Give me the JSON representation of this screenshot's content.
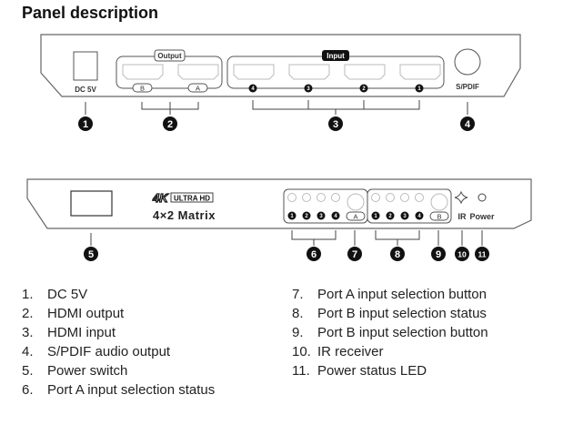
{
  "title": "Panel description",
  "rear_panel": {
    "dc_label": "DC 5V",
    "output_label": "Output",
    "output_ports": [
      "B",
      "A"
    ],
    "input_label": "Input",
    "input_ports": [
      "4",
      "3",
      "2",
      "1"
    ],
    "spdif_label": "S/PDIF",
    "callouts": [
      "1",
      "2",
      "3",
      "4"
    ]
  },
  "front_panel": {
    "brand_4k": "4K",
    "brand_ultra": "ULTRA HD",
    "model": "4×2 Matrix",
    "port_a_leds": [
      "1",
      "2",
      "3",
      "4"
    ],
    "port_a_button": "A",
    "port_b_leds": [
      "1",
      "2",
      "3",
      "4"
    ],
    "port_b_button": "B",
    "ir_label": "IR",
    "power_label": "Power",
    "callouts": [
      "5",
      "6",
      "7",
      "8",
      "9",
      "10",
      "11"
    ]
  },
  "legend_left": [
    {
      "num": "1.",
      "text": "DC 5V"
    },
    {
      "num": "2.",
      "text": "HDMI output"
    },
    {
      "num": "3.",
      "text": "HDMI input"
    },
    {
      "num": "4.",
      "text": "S/PDIF audio output"
    },
    {
      "num": "5.",
      "text": "Power switch"
    },
    {
      "num": "6.",
      "text": "Port A input selection status"
    }
  ],
  "legend_right": [
    {
      "num": "7.",
      "text": "Port A input selection button"
    },
    {
      "num": "8.",
      "text": "Port B input selection status"
    },
    {
      "num": "9.",
      "text": "Port B input selection button"
    },
    {
      "num": "10.",
      "text": "IR receiver"
    },
    {
      "num": "11.",
      "text": "Power status LED"
    }
  ]
}
